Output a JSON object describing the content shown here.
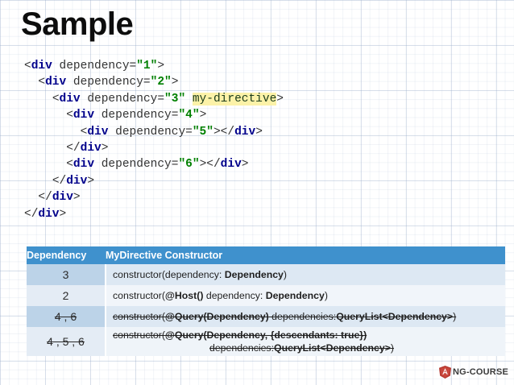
{
  "slide": {
    "title": "Sample"
  },
  "code": {
    "lines": [
      {
        "indent": 0,
        "parts": [
          {
            "t": "<",
            "c": "punct"
          },
          {
            "t": "div",
            "c": "tag"
          },
          {
            "t": " dependency=",
            "c": "attr"
          },
          {
            "t": "\"1\"",
            "c": "val"
          },
          {
            "t": ">",
            "c": "punct"
          }
        ]
      },
      {
        "indent": 1,
        "parts": [
          {
            "t": "<",
            "c": "punct"
          },
          {
            "t": "div",
            "c": "tag"
          },
          {
            "t": " dependency=",
            "c": "attr"
          },
          {
            "t": "\"2\"",
            "c": "val"
          },
          {
            "t": ">",
            "c": "punct"
          }
        ]
      },
      {
        "indent": 2,
        "parts": [
          {
            "t": "<",
            "c": "punct"
          },
          {
            "t": "div",
            "c": "tag"
          },
          {
            "t": " dependency=",
            "c": "attr"
          },
          {
            "t": "\"3\"",
            "c": "val"
          },
          {
            "t": " ",
            "c": "punct"
          },
          {
            "t": "my-directive",
            "c": "hl"
          },
          {
            "t": ">",
            "c": "punct"
          }
        ]
      },
      {
        "indent": 3,
        "parts": [
          {
            "t": "<",
            "c": "punct"
          },
          {
            "t": "div",
            "c": "tag"
          },
          {
            "t": " dependency=",
            "c": "attr"
          },
          {
            "t": "\"4\"",
            "c": "val"
          },
          {
            "t": ">",
            "c": "punct"
          }
        ]
      },
      {
        "indent": 4,
        "parts": [
          {
            "t": "<",
            "c": "punct"
          },
          {
            "t": "div",
            "c": "tag"
          },
          {
            "t": " dependency=",
            "c": "attr"
          },
          {
            "t": "\"5\"",
            "c": "val"
          },
          {
            "t": "></",
            "c": "punct"
          },
          {
            "t": "div",
            "c": "tag"
          },
          {
            "t": ">",
            "c": "punct"
          }
        ]
      },
      {
        "indent": 3,
        "parts": [
          {
            "t": "</",
            "c": "punct"
          },
          {
            "t": "div",
            "c": "tag"
          },
          {
            "t": ">",
            "c": "punct"
          }
        ]
      },
      {
        "indent": 3,
        "parts": [
          {
            "t": "<",
            "c": "punct"
          },
          {
            "t": "div",
            "c": "tag"
          },
          {
            "t": " dependency=",
            "c": "attr"
          },
          {
            "t": "\"6\"",
            "c": "val"
          },
          {
            "t": "></",
            "c": "punct"
          },
          {
            "t": "div",
            "c": "tag"
          },
          {
            "t": ">",
            "c": "punct"
          }
        ]
      },
      {
        "indent": 2,
        "parts": [
          {
            "t": "</",
            "c": "punct"
          },
          {
            "t": "div",
            "c": "tag"
          },
          {
            "t": ">",
            "c": "punct"
          }
        ]
      },
      {
        "indent": 1,
        "parts": [
          {
            "t": "</",
            "c": "punct"
          },
          {
            "t": "div",
            "c": "tag"
          },
          {
            "t": ">",
            "c": "punct"
          }
        ]
      },
      {
        "indent": 0,
        "parts": [
          {
            "t": "</",
            "c": "punct"
          },
          {
            "t": "div",
            "c": "tag"
          },
          {
            "t": ">",
            "c": "punct"
          }
        ]
      }
    ]
  },
  "table": {
    "headers": [
      "Dependency",
      "MyDirective Constructor"
    ],
    "rows": [
      {
        "dependency": "3",
        "dependency_strike": false,
        "struck": false,
        "lines": [
          {
            "segments": [
              {
                "t": "constructor(dependency: ",
                "bold": false
              },
              {
                "t": "Dependency",
                "bold": true
              },
              {
                "t": ")",
                "bold": false
              }
            ]
          }
        ]
      },
      {
        "dependency": "2",
        "dependency_strike": false,
        "struck": false,
        "lines": [
          {
            "segments": [
              {
                "t": "constructor(",
                "bold": false
              },
              {
                "t": "@Host()",
                "bold": true
              },
              {
                "t": " dependency: ",
                "bold": false
              },
              {
                "t": "Dependency",
                "bold": true
              },
              {
                "t": ")",
                "bold": false
              }
            ]
          }
        ]
      },
      {
        "dependency": "4 , 6",
        "dependency_strike": true,
        "struck": true,
        "lines": [
          {
            "segments": [
              {
                "t": "constructor(",
                "bold": false
              },
              {
                "t": "@Query(Dependency)",
                "bold": true
              },
              {
                "t": " dependencies:",
                "bold": false
              },
              {
                "t": "QueryList<Dependency>",
                "bold": true
              },
              {
                "t": ")",
                "bold": false
              }
            ]
          }
        ]
      },
      {
        "dependency": "4 , 5 , 6",
        "dependency_strike": true,
        "struck": true,
        "lines": [
          {
            "segments": [
              {
                "t": "constructor(",
                "bold": false
              },
              {
                "t": "@Query(Dependency, {descendants: true})",
                "bold": true
              }
            ]
          },
          {
            "indented": true,
            "segments": [
              {
                "t": "dependencies:",
                "bold": false
              },
              {
                "t": "QueryList<Dependency>",
                "bold": true
              },
              {
                "t": ")",
                "bold": false
              }
            ]
          }
        ]
      }
    ]
  },
  "logo": {
    "text": "NG-COURSE",
    "icon": "angular-shield-icon",
    "color": "#b5382f"
  },
  "colors": {
    "header_blue": "#3f91cd",
    "row_dark": "#bcd3e8",
    "row_light": "#e4ecf5",
    "highlight_yellow": "#fcf2a8",
    "code_tag": "#00008b",
    "code_value": "#008000"
  }
}
